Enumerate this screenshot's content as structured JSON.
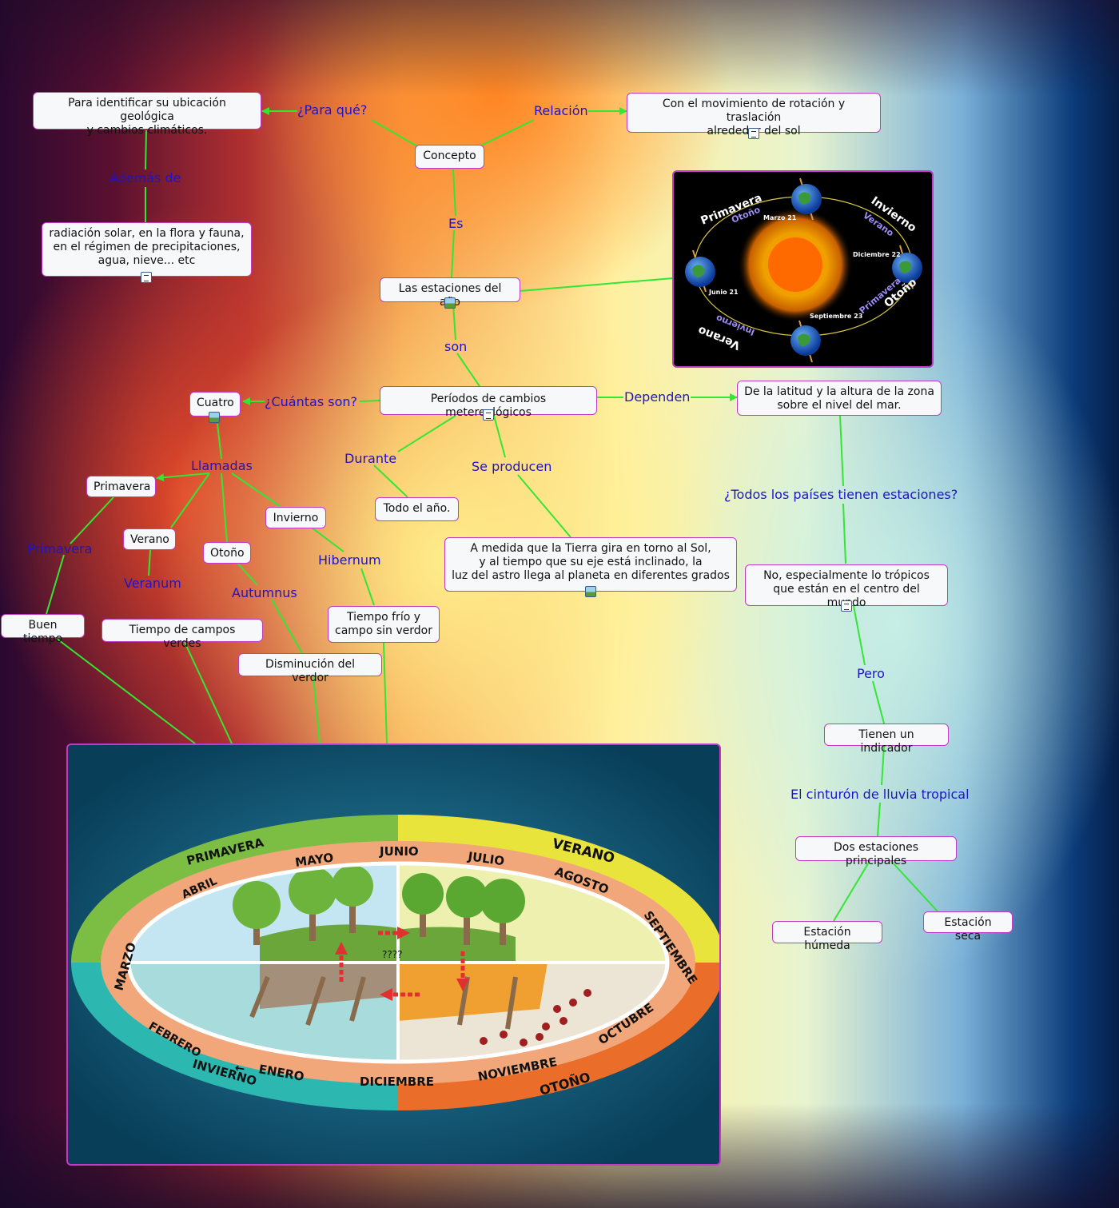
{
  "nodes": {
    "para_identificar": "Para identificar su ubicación geológica\ny cambios climáticos.",
    "concepto": "Concepto",
    "con_movimiento": "Con el movimiento de rotación y traslación\nalrededor del sol",
    "radiacion": "radiación solar, en la flora y fauna,\nen el régimen de precipitaciones,\nagua, nieve... etc",
    "estaciones_ano": "Las estaciones del año",
    "periodos": "Períodos de cambios metereológicos",
    "cuatro": "Cuatro",
    "latitud": "De la latitud y la altura de la zona\nsobre el nivel del mar.",
    "primavera": "Primavera",
    "verano": "Verano",
    "otono": "Otoño",
    "invierno": "Invierno",
    "todo_ano": "Todo el año.",
    "a_medida": "A medida que la Tierra gira en torno al Sol,\ny al tiempo que su eje está inclinado, la\nluz del astro llega al planeta en diferentes grados",
    "no_tropicos": "No, especialmente lo trópicos\nque están en el centro del mundo",
    "buen_tiempo": "Buen tiempo",
    "campos_verdes": "Tiempo de campos verdes",
    "tiempo_frio": "Tiempo frío y\ncampo sin verdor",
    "disminucion": "Disminución del verdor",
    "indicador": "Tienen un indicador",
    "dos_estaciones": "Dos estaciones principales",
    "humeda": "Estación húmeda",
    "seca": "Estación seca"
  },
  "links": {
    "para_que": "¿Para qué?",
    "relacion": "Relación",
    "ademas_de": "Además de",
    "es": "Es",
    "son": "son",
    "cuantas_son": "¿Cuántas son?",
    "dependen": "Dependen",
    "llamadas": "Llamadas",
    "durante": "Durante",
    "se_producen": "Se producen",
    "todos_paises": "¿Todos los países tienen estaciones?",
    "primavera_lat": "Primavera",
    "veranum": "Veranum",
    "autumnus": "Autumnus",
    "hibernum": "Hibernum",
    "pero": "Pero",
    "cinturon": "El cinturón de lluvia tropical"
  },
  "orbit_image": {
    "primavera": "Primavera",
    "otono_top": "Otoño",
    "invierno": "Invierno",
    "verano_top": "Verano",
    "marzo": "Marzo 21",
    "diciembre": "Diciembre 22",
    "junio": "Junio 21",
    "septiembre": "Septiembre 23",
    "verano_bottom": "Verano",
    "invierno_bottom": "Invierno",
    "otono_bottom": "Otoño",
    "primavera_bottom": "Primavera"
  },
  "season_wheel": {
    "seasons": {
      "primavera": "PRIMAVERA",
      "verano": "VERANO",
      "otono": "OTOÑO",
      "invierno": "INVIERNO"
    },
    "months": {
      "enero": "ENERO",
      "febrero": "FEBRERO",
      "marzo": "MARZO",
      "abril": "ABRIL",
      "mayo": "MAYO",
      "junio": "JUNIO",
      "julio": "JULIO",
      "agosto": "AGOSTO",
      "septiembre": "SEPTIEMBRE",
      "octubre": "OCTUBRE",
      "noviembre": "NOVIEMBRE",
      "diciembre": "DICIEMBRE"
    },
    "center": "????",
    "colors": {
      "primavera": "#7cbe43",
      "verano": "#e9e43c",
      "otono": "#ea6e2a",
      "invierno": "#2cb7b0",
      "month_band": "#f2a77a",
      "background": "#0f5e7c"
    }
  },
  "colors": {
    "link": "#33e633",
    "node_border": "#c23ac8",
    "link_label": "#1e14c8"
  }
}
